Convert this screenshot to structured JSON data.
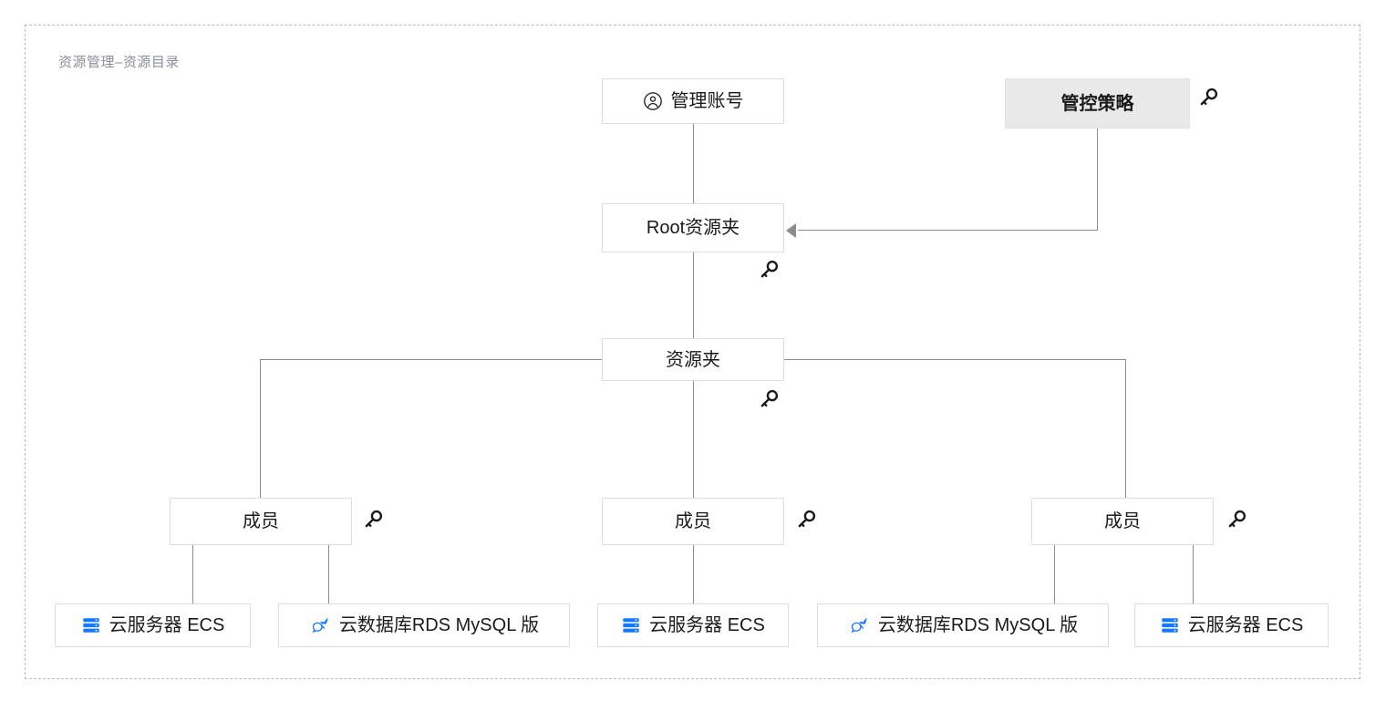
{
  "diagram": {
    "title": "资源管理–资源目录",
    "border_color": "#b9bcc0",
    "line_color": "#8c8c8c",
    "accent_blue": "#1677ff",
    "nodes": {
      "management_account": {
        "label": "管理账号",
        "icon": "user-circle-icon"
      },
      "control_policy": {
        "label": "管控策略",
        "icon": "key-icon",
        "filled": true
      },
      "root_folder": {
        "label": "Root资源夹",
        "icon": "key-icon"
      },
      "folder": {
        "label": "资源夹",
        "icon": "key-icon"
      },
      "members": [
        {
          "label": "成员",
          "icon": "key-icon"
        },
        {
          "label": "成员",
          "icon": "key-icon"
        },
        {
          "label": "成员",
          "icon": "key-icon"
        }
      ],
      "resources": [
        {
          "label": "云服务器 ECS",
          "icon": "ecs-server-icon"
        },
        {
          "label": "云数据库RDS MySQL 版",
          "icon": "rds-mysql-dolphin-icon"
        },
        {
          "label": "云服务器 ECS",
          "icon": "ecs-server-icon"
        },
        {
          "label": "云数据库RDS MySQL 版",
          "icon": "rds-mysql-dolphin-icon"
        },
        {
          "label": "云服务器 ECS",
          "icon": "ecs-server-icon"
        }
      ]
    }
  }
}
